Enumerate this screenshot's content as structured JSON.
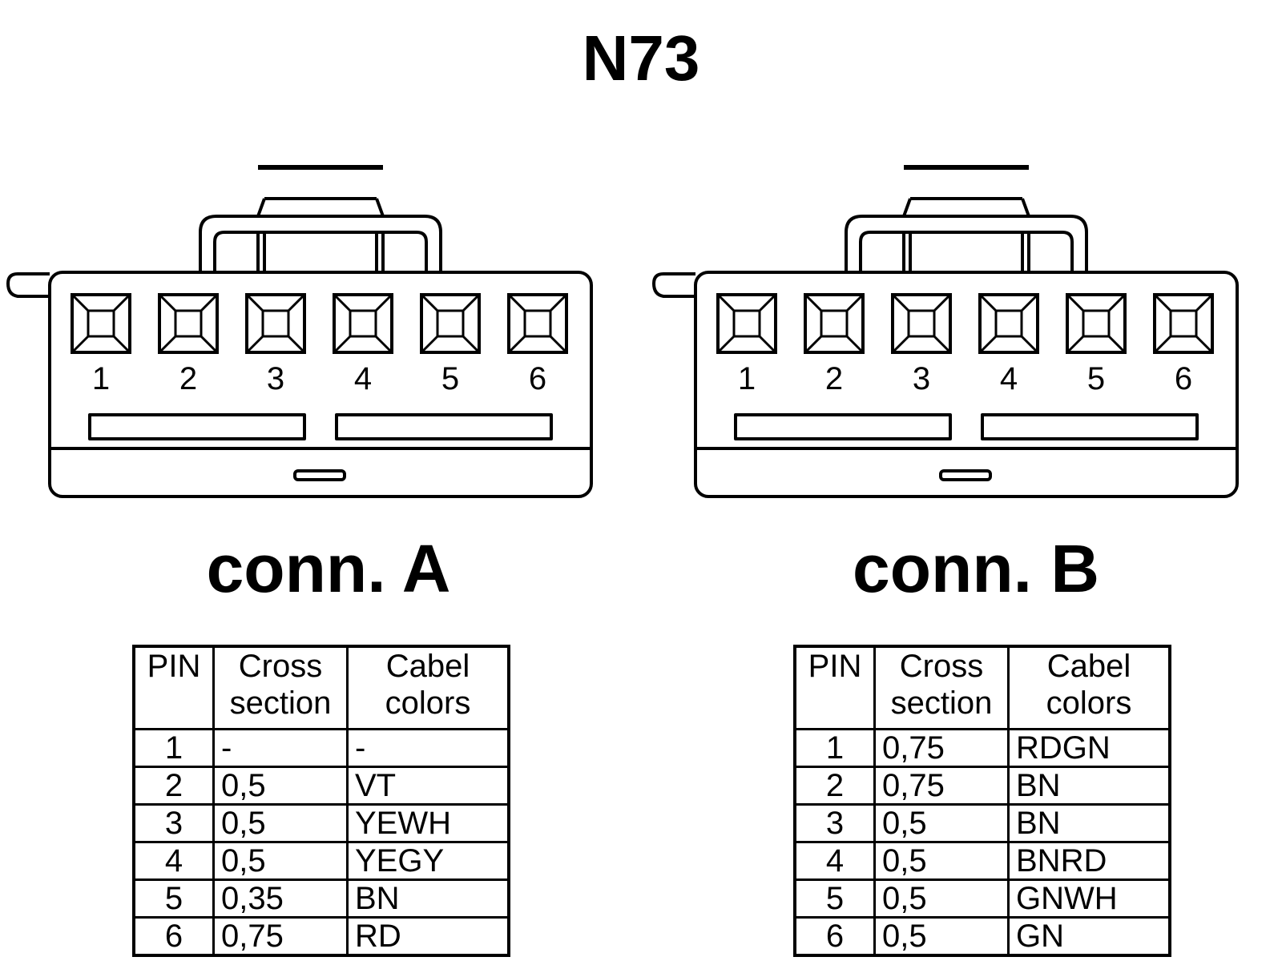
{
  "title": "N73",
  "connectors": [
    {
      "label": "conn. A",
      "pin_numbers": [
        "1",
        "2",
        "3",
        "4",
        "5",
        "6"
      ],
      "table": {
        "headers": {
          "pin": "PIN",
          "cross_line1": "Cross",
          "cross_line2": "section",
          "color_line1": "Cabel",
          "color_line2": "colors"
        },
        "rows": [
          {
            "pin": "1",
            "cross": "-",
            "color": "-"
          },
          {
            "pin": "2",
            "cross": "0,5",
            "color": "VT"
          },
          {
            "pin": "3",
            "cross": "0,5",
            "color": "YEWH"
          },
          {
            "pin": "4",
            "cross": "0,5",
            "color": "YEGY"
          },
          {
            "pin": "5",
            "cross": "0,35",
            "color": "BN"
          },
          {
            "pin": "6",
            "cross": "0,75",
            "color": "RD"
          }
        ]
      }
    },
    {
      "label": "conn. B",
      "pin_numbers": [
        "1",
        "2",
        "3",
        "4",
        "5",
        "6"
      ],
      "table": {
        "headers": {
          "pin": "PIN",
          "cross_line1": "Cross",
          "cross_line2": "section",
          "color_line1": "Cabel",
          "color_line2": "colors"
        },
        "rows": [
          {
            "pin": "1",
            "cross": "0,75",
            "color": "RDGN"
          },
          {
            "pin": "2",
            "cross": "0,75",
            "color": "BN"
          },
          {
            "pin": "3",
            "cross": "0,5",
            "color": "BN"
          },
          {
            "pin": "4",
            "cross": "0,5",
            "color": "BNRD"
          },
          {
            "pin": "5",
            "cross": "0,5",
            "color": "GNWH"
          },
          {
            "pin": "6",
            "cross": "0,5",
            "color": "GN"
          }
        ]
      }
    }
  ]
}
